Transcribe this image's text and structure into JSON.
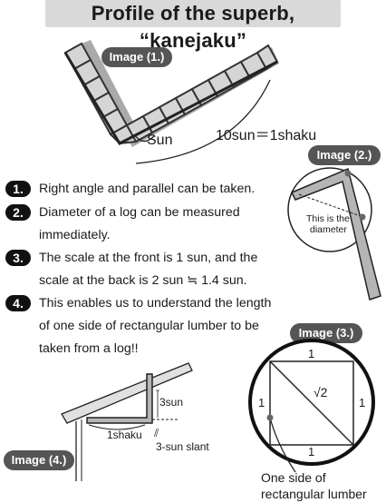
{
  "title": "Profile of the superb, “kanejaku”",
  "images": {
    "img1": {
      "badge": "Image (1.)",
      "label_sun": "Sun",
      "label_scale": "10sun＝1shaku"
    },
    "img2": {
      "badge": "Image (2.)",
      "diameter_note_line1": "This is the",
      "diameter_note_line2": "diameter"
    },
    "img3": {
      "badge": "Image (3.)",
      "side_top": "1",
      "side_left": "1",
      "side_right": "1",
      "side_bottom": "1",
      "diagonal": "√2",
      "caption_line1": "One side of",
      "caption_line2": "rectangular lumber"
    },
    "img4": {
      "badge": "Image (4.)",
      "label_3sun": "3sun",
      "label_1shaku": "1shaku",
      "label_slant_mark": "⫽",
      "label_slant": "3-sun slant"
    }
  },
  "items": [
    {
      "num": "1.",
      "lines": [
        "Right angle and parallel can be taken."
      ]
    },
    {
      "num": "2.",
      "lines": [
        "Diameter of a log can be measured",
        "immediately."
      ]
    },
    {
      "num": "3.",
      "lines": [
        "The scale at the front is 1 sun, and the",
        "scale at the back is 2 sun ≒ 1.4 sun."
      ]
    },
    {
      "num": "4.",
      "lines": [
        "This enables us to understand the length",
        "of one side of rectangular lumber to be",
        "taken from a log!!"
      ]
    }
  ]
}
